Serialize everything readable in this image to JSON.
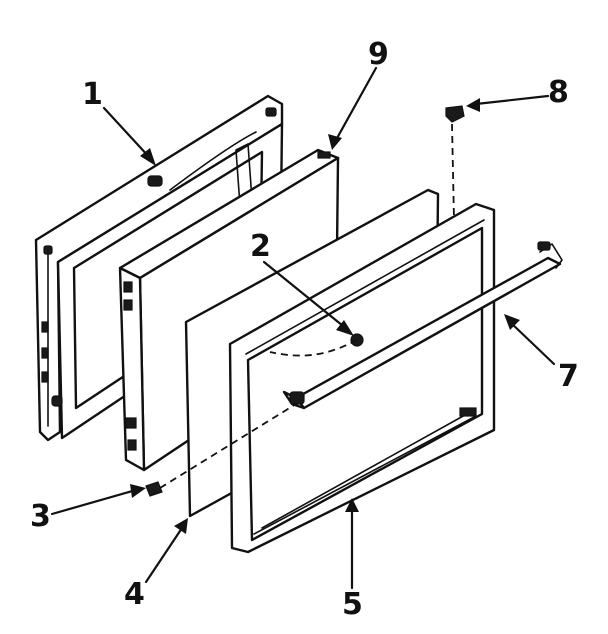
{
  "callouts": [
    {
      "id": "1",
      "label": "1"
    },
    {
      "id": "2",
      "label": "2"
    },
    {
      "id": "3",
      "label": "3"
    },
    {
      "id": "4",
      "label": "4"
    },
    {
      "id": "5",
      "label": "5"
    },
    {
      "id": "7",
      "label": "7"
    },
    {
      "id": "8",
      "label": "8"
    },
    {
      "id": "9",
      "label": "9"
    }
  ]
}
